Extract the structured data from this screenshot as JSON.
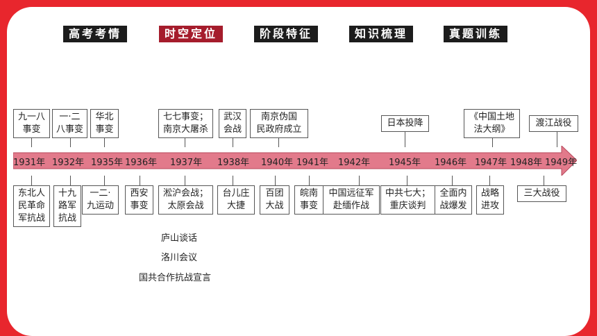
{
  "nav": {
    "tabs": [
      "高考考情",
      "时空定位",
      "阶段特征",
      "知识梳理",
      "真题训练"
    ],
    "active": "时空定位"
  },
  "colors": {
    "frame": "#e8262d",
    "arrow": "#e27a8b",
    "active_tab": "#a51c2c",
    "tab": "#1c1c1c"
  },
  "years": [
    "1931年",
    "1932年",
    "1935年",
    "1936年",
    "1937年",
    "1938年",
    "1940年",
    "1941年",
    "1942年",
    "1945年",
    "1946年",
    "1947年",
    "1948年",
    "1949年"
  ],
  "above": [
    "九一八\n事变",
    "一·二\n八事变",
    "华北\n事变",
    "七七事变；\n南京大屠杀",
    "武汉\n会战",
    "南京伪国\n民政府成立",
    "日本投降",
    "《中国土地\n法大纲》",
    "渡江战役"
  ],
  "below": [
    "东北人\n民革命\n军抗战",
    "十九\n路军\n抗战",
    "一二·\n九运动",
    "西安\n事变",
    "淞沪会战；\n太原会战",
    "台儿庄\n大捷",
    "百团\n大战",
    "皖南\n事变",
    "中国远征军\n赴缅作战",
    "中共七大；\n重庆谈判",
    "全面内\n战爆发",
    "战略\n进攻",
    "三大战役"
  ],
  "extra_1937": [
    "庐山谈话",
    "洛川会议",
    "国共合作抗战宣言"
  ]
}
